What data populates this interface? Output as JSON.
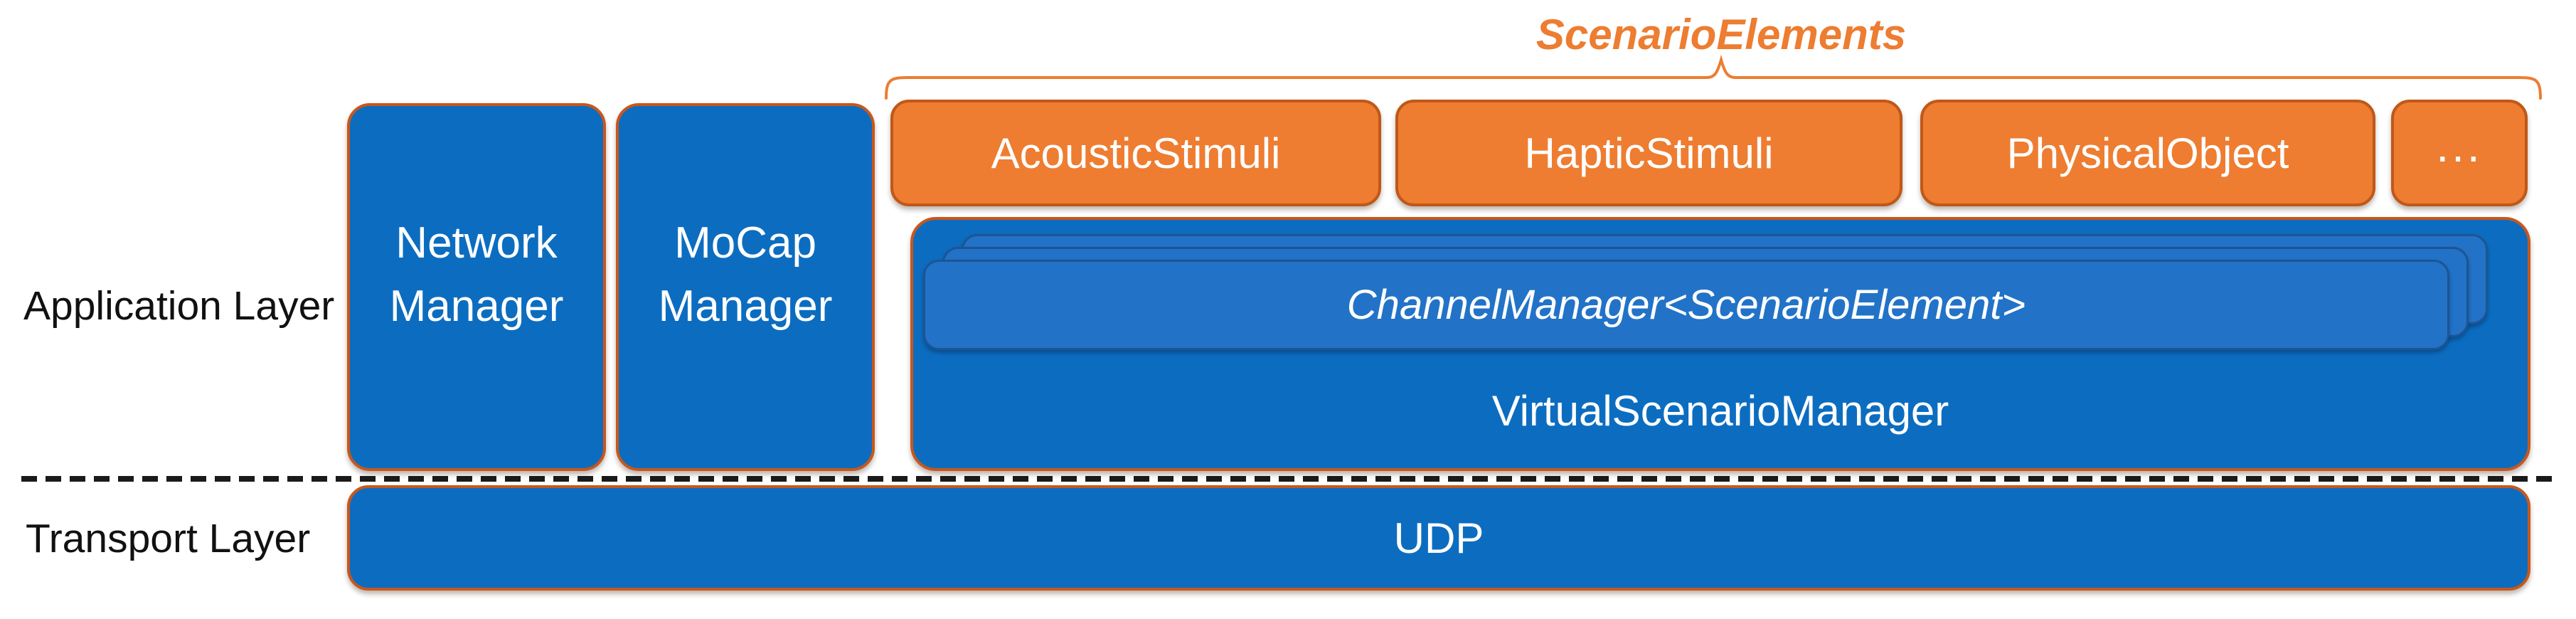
{
  "scenario_elements_label": "ScenarioElements",
  "left_labels": {
    "application": "Application Layer",
    "transport": "Transport Layer"
  },
  "app_boxes": {
    "network": {
      "line1": "Network",
      "line2": "Manager"
    },
    "mocap": {
      "line1": "MoCap",
      "line2": "Manager"
    }
  },
  "stimuli_boxes": [
    {
      "label": "AcousticStimuli"
    },
    {
      "label": "HapticStimuli"
    },
    {
      "label": "PhysicalObject"
    },
    {
      "label": "..."
    }
  ],
  "vsm": {
    "channel_manager_label": "ChannelManager<ScenarioElement>",
    "label": "VirtualScenarioManager"
  },
  "transport_boxes": {
    "udp": "UDP"
  },
  "colors": {
    "orange_fill": "#EE7D31",
    "orange_border": "#BF5818",
    "blue_fill": "#0C6DC0",
    "blue_border": "#C8571B",
    "card_fill": "#2273C7",
    "card_border": "#1D5593",
    "brace_orange": "#ED7D31",
    "dash_black": "#1A1A1A",
    "text_white": "#FFFFFF",
    "text_black": "#111111"
  }
}
